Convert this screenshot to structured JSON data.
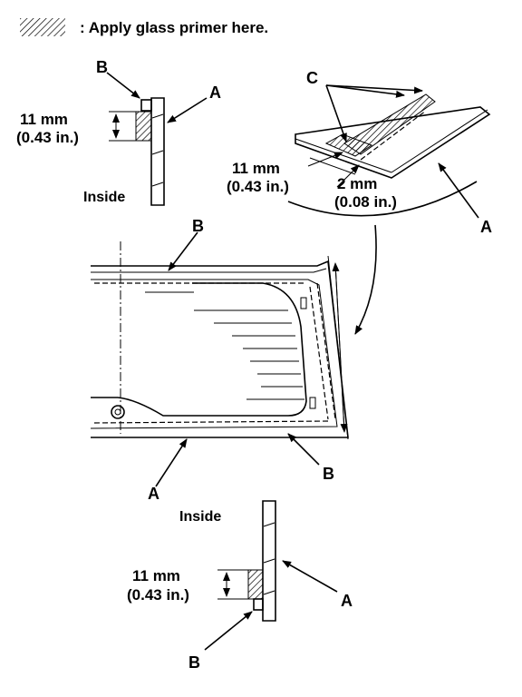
{
  "legend": {
    "text": ": Apply glass primer here."
  },
  "labels": {
    "a": "A",
    "b": "B",
    "c": "C",
    "inside": "Inside",
    "mm11": "11 mm",
    "in043": "(0.43 in.)",
    "mm2": "2 mm",
    "in008": "(0.08 in.)"
  }
}
